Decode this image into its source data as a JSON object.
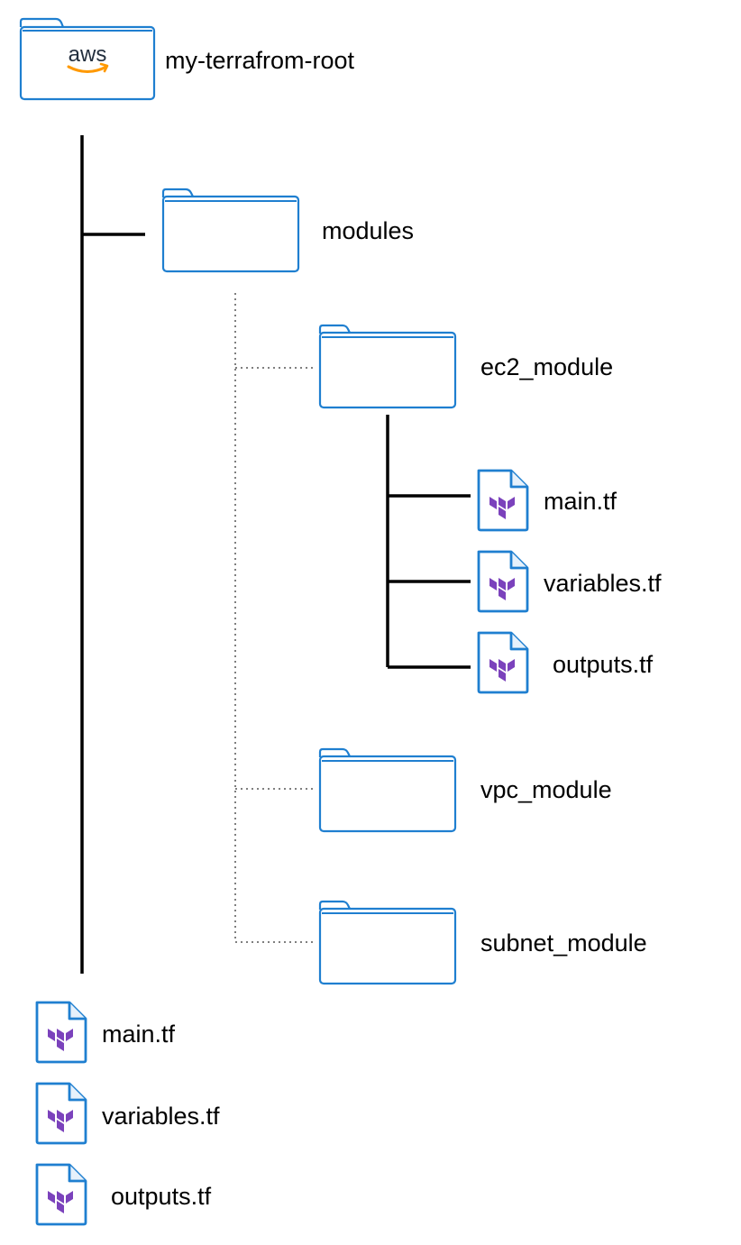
{
  "colors": {
    "folder_stroke": "#1f7fd0",
    "file_stroke": "#1f7fd0",
    "terraform_purple": "#7b42bc",
    "aws_text": "#232f3e",
    "aws_smile": "#ff9900",
    "tree_line": "#000000"
  },
  "root": {
    "icon": "aws-folder-icon",
    "logo_text": "aws",
    "label": "my-terrafrom-root"
  },
  "modules": {
    "icon": "folder-icon",
    "label": "modules",
    "children": [
      {
        "icon": "folder-icon",
        "label": "ec2_module",
        "files": [
          {
            "icon": "terraform-file-icon",
            "label": "main.tf"
          },
          {
            "icon": "terraform-file-icon",
            "label": "variables.tf"
          },
          {
            "icon": "terraform-file-icon",
            "label": "outputs.tf"
          }
        ]
      },
      {
        "icon": "folder-icon",
        "label": "vpc_module"
      },
      {
        "icon": "folder-icon",
        "label": "subnet_module"
      }
    ]
  },
  "root_files": [
    {
      "icon": "terraform-file-icon",
      "label": "main.tf"
    },
    {
      "icon": "terraform-file-icon",
      "label": "variables.tf"
    },
    {
      "icon": "terraform-file-icon",
      "label": "outputs.tf"
    }
  ]
}
